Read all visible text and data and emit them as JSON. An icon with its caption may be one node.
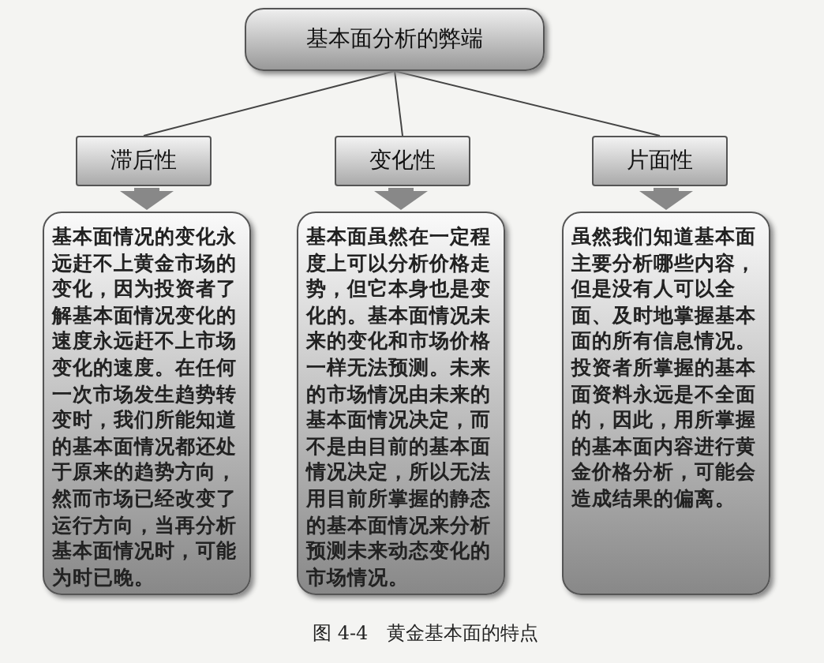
{
  "diagram": {
    "caption": "图 4-4　黄金基本面的特点",
    "nodes": [
      {
        "text": [
          "基本面分析的弊端"
        ]
      },
      {
        "text": [
          "滞后性"
        ]
      },
      {
        "text": [
          "变化性"
        ]
      },
      {
        "text": [
          "片面性"
        ]
      },
      {
        "text": [
          "基本面情况的变化永远赶不上黄金市场的变化，因为投资者了解基本面情况变化的速度永远赶不上市场变化的速度。在任何一次市场发生趋势转变时，我们所能知道的基本面情况都还处于原来的趋势方向，然而市场已经改变了运行方向，当再分析基本面情况时，可能为时已晚。"
        ]
      },
      {
        "text": [
          "基本面虽然在一定程度上可以分析价格走势，但它本身也是变化的。基本面情况未来的变化和市场价格一样无法预测。未来的市场情况由未来的基本面情况决定，而不是由目前的基本面情况决定，所以无法用目前所掌握的静态的基本面情况来分析预测未来动态变化的市场情况。"
        ]
      },
      {
        "text": [
          "虽然我们知道基本面主要分析哪些内容，但是没有人可以全面、及时地掌握基本面的所有信息情况。投资者所掌握的基本面资料永远是不全面的，因此，用所掌握的基本面内容进行黄金价格分析，可能会造成结果的偏离。"
        ]
      }
    ],
    "edges": [
      {
        "from": 0,
        "to": 1,
        "arrow": "none"
      },
      {
        "from": 0,
        "to": 2,
        "arrow": "none"
      },
      {
        "from": 0,
        "to": 3,
        "arrow": "none"
      },
      {
        "from": 1,
        "to": 4,
        "arrow": "to",
        "style": "thick"
      },
      {
        "from": 2,
        "to": 5,
        "arrow": "to",
        "style": "thick"
      },
      {
        "from": 3,
        "to": 6,
        "arrow": "to",
        "style": "thick"
      }
    ]
  }
}
